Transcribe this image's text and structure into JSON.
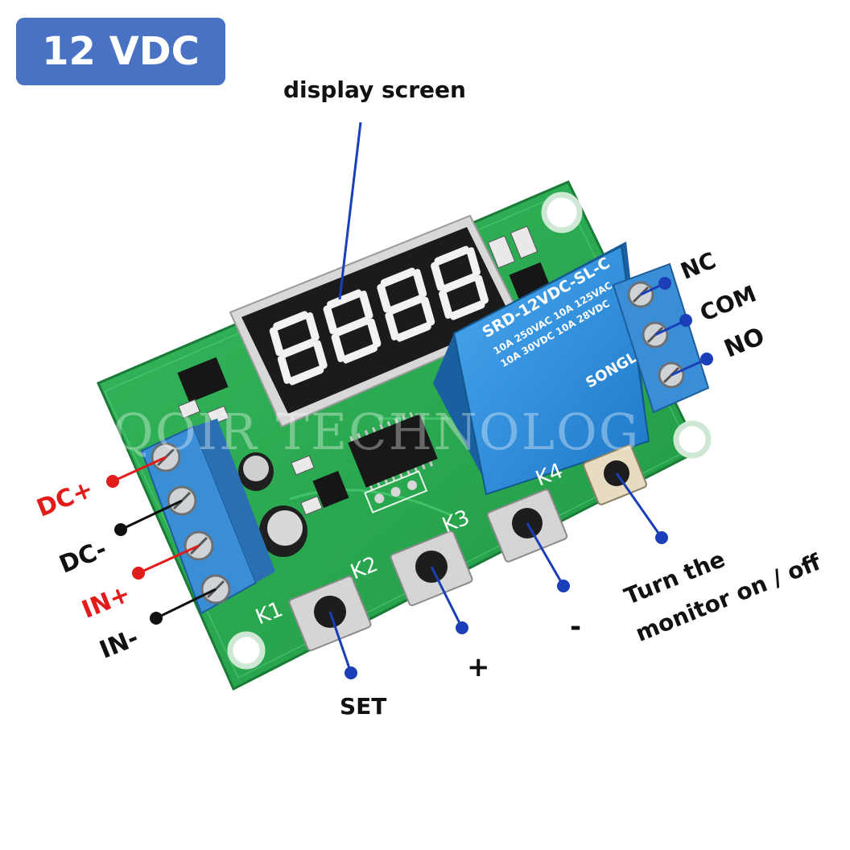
{
  "badge": {
    "text": "12 VDC"
  },
  "callouts": {
    "display": "display screen",
    "nc": "NC",
    "com": "COM",
    "no": "NO",
    "dc_plus": "DC+",
    "dc_minus": "DC-",
    "in_plus": "IN+",
    "in_minus": "IN-",
    "set": "SET",
    "plus": "+",
    "minus": "-",
    "monitor_line1": "Turn the",
    "monitor_line2": "monitor on / off"
  },
  "board": {
    "buttons": [
      "K1",
      "K2",
      "K3",
      "K4"
    ],
    "relay_lines": [
      "SRD-12VDC-SL-C",
      "10A 250VAC 10A 125VAC",
      "10A 30VDC 10A 28VDC"
    ],
    "relay_brand": "SONGLE",
    "watermark": "QOIR TECHNOLOG"
  },
  "colors": {
    "badge": "#4a72c4",
    "board": "#27a84e",
    "terminal": "#3a8ed6",
    "relay": "#2d8fdc",
    "pointer_blue": "#1a3fb8",
    "pointer_red": "#e21b1b",
    "pointer_black": "#111111"
  }
}
